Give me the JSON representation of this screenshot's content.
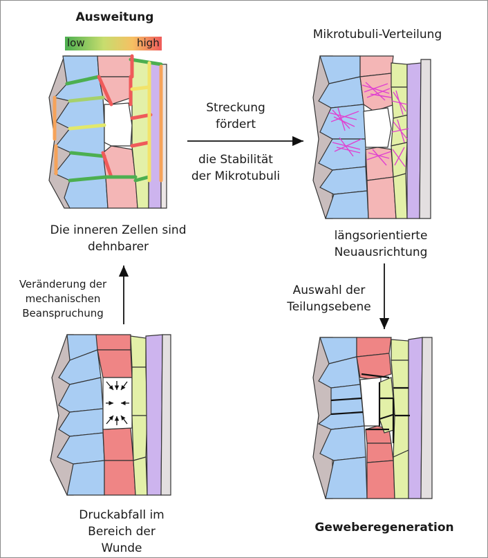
{
  "titles": {
    "expansion": "Ausweitung",
    "microtubules": "Mikrotubuli-Verteilung",
    "regeneration": "Geweberegeneration"
  },
  "legend": {
    "low": "low",
    "high": "high"
  },
  "captions": {
    "inner_cells": "Die inneren Zellen sind\ndehnbarer",
    "stress_change": "Veränderung der\nmechanischen\nBeanspruchung",
    "stretch_top": "Streckung\nfördert",
    "stretch_bottom": "die Stabilität\nder Mikrotubuli",
    "orientation": "längsorientierte\nNeuausrichtung",
    "division_plane": "Auswahl der\nTeilungsebene",
    "pressure_drop": "Druckabfall im\nBereich der\nWunde"
  },
  "colors": {
    "blue": "#a9cdf3",
    "pink": "#f4b6b6",
    "red": "#ef8585",
    "yellow": "#e3f0a8",
    "purple": "#cdb4ee",
    "gray": "#c9bdbd",
    "stress_low": "#4caf50",
    "stress_mid": "#f2e36b",
    "stress_high": "#ef5a5a",
    "microtubule": "#e040d0"
  }
}
